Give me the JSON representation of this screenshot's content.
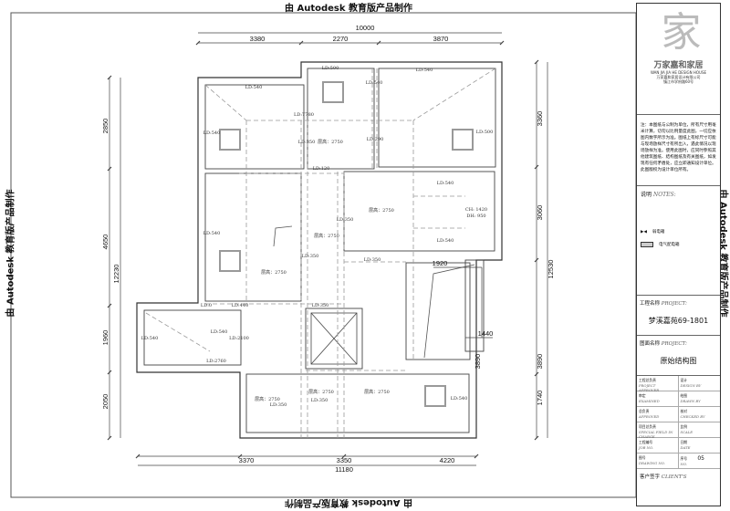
{
  "watermark": "由 Autodesk 教育版产品制作",
  "dimensions": {
    "top_total": "10000",
    "top": [
      "3380",
      "2270",
      "3870"
    ],
    "bottom_total": "11180",
    "bottom": [
      "3370",
      "3350",
      "4220"
    ],
    "left_total": "12230",
    "left": [
      "2850",
      "4650",
      "1960",
      "2050"
    ],
    "right_total": "12530",
    "right": [
      "3360",
      "3060",
      "3890",
      "1740"
    ],
    "inner": [
      "1920",
      "3890",
      "1440"
    ]
  },
  "plan_labels": {
    "beams": [
      "LD:540",
      "LD:500",
      "LD:540",
      "LD:540",
      "LD:540",
      "LD:T780",
      "LD:350",
      "LD:290",
      "LD:500",
      "LD:120",
      "LD:540",
      "LD:540",
      "LD:540",
      "LD:350",
      "LD:350",
      "LD:350",
      "LD:540",
      "LD:0",
      "LD:440",
      "LD:350",
      "LD:540",
      "LD:2100",
      "LD:2760",
      "LD:350",
      "LD:350",
      "LD:540"
    ],
    "heights": [
      "层高：2750",
      "层高：2750",
      "层高：2750",
      "层高：2750",
      "层高：2750",
      "层高：2750",
      "层高：2750"
    ],
    "window": [
      "CH: 1420",
      "DH: 950"
    ]
  },
  "title_block": {
    "logo_text": "万家嘉和家居",
    "logo_sub": "WAN JIA JIA HE DESIGN HOUSE",
    "company": "万家嘉和家居设计有限公司",
    "address": "镇江市学府路60号",
    "note": "注：本图纸与公制为单位，所有尺寸用毫米计算，切勿以比例量度此图，一切应依图内数字所示为准。图纸上有标尺寸可能与现场放样尺寸有所出入，遇此情况以现场放样为准。使用此图时，应同时参照其他建筑图纸、结构图纸及有关图纸，如发现有任何矛盾处，应立即通知设计单位。此图版权为设计单位所有。",
    "notes_label": "说明",
    "notes_en": "NOTES:",
    "legend": [
      "弱电箱",
      "电气配电箱"
    ],
    "project_label": "工程名称",
    "project_label_en": "PROJECT:",
    "project_name": "梦溪嘉苑69-1801",
    "drawing_label": "图面名称",
    "drawing_label_en": "PROJECT:",
    "drawing_name": "原始结构图",
    "fields": [
      {
        "cn": "工程总负责",
        "en": "PROJECT APPROVER"
      },
      {
        "cn": "设计",
        "en": "DESIGN BY"
      },
      {
        "cn": "审定",
        "en": "EXAMINED"
      },
      {
        "cn": "绘图",
        "en": "DRAWN BY"
      },
      {
        "cn": "总负责",
        "en": "APPROVED"
      },
      {
        "cn": "核对",
        "en": "CHECKED BY"
      },
      {
        "cn": "项目总负责",
        "en": "SPECIAL FIELD IN CHARGE"
      },
      {
        "cn": "比例",
        "en": "SCALE"
      },
      {
        "cn": "工程编号",
        "en": "JOB NO."
      },
      {
        "cn": "日期",
        "en": "DATE"
      },
      {
        "cn": "图号",
        "en": "DRAWING NO."
      },
      {
        "cn": "序号",
        "en": "NO.",
        "value": "05"
      }
    ],
    "client_label": "客户签字",
    "client_en": "CLIENT'S"
  }
}
